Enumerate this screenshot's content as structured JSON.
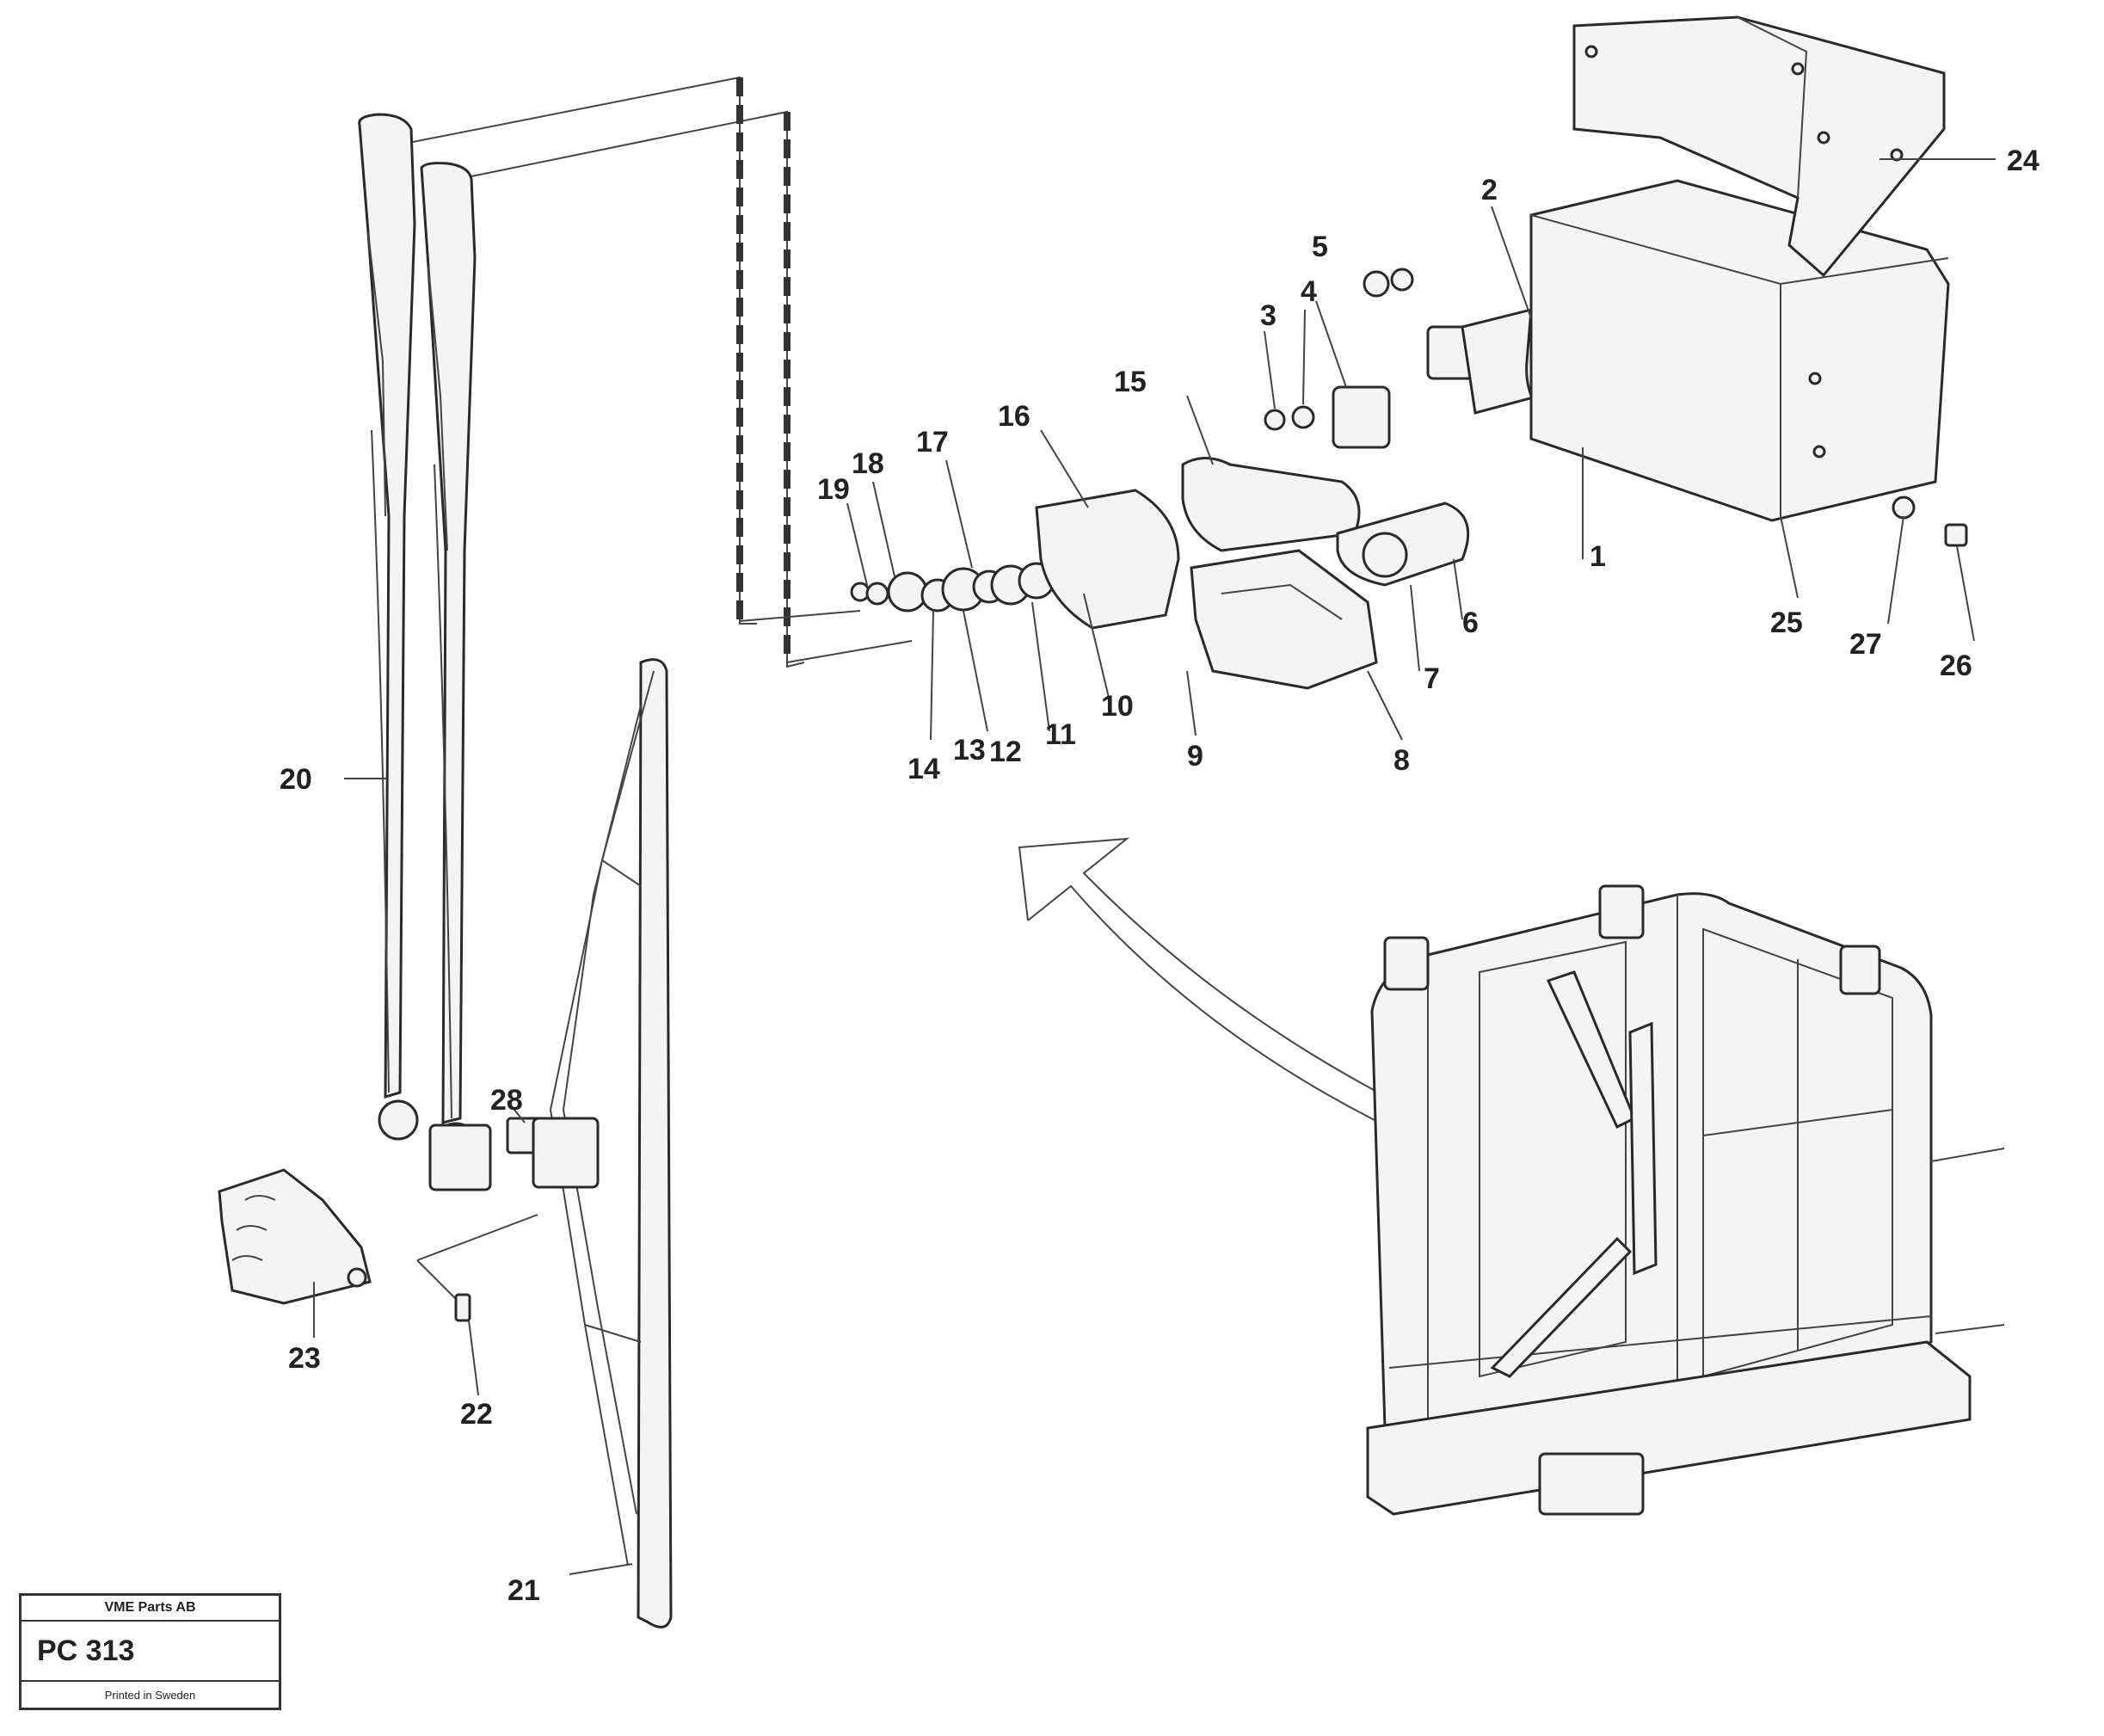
{
  "labels": {
    "p1": "1",
    "p2": "2",
    "p3": "3",
    "p4": "4",
    "p5": "5",
    "p6": "6",
    "p7": "7",
    "p8": "8",
    "p9": "9",
    "p10": "10",
    "p11": "11",
    "p12": "12",
    "p13": "13",
    "p14": "14",
    "p15": "15",
    "p16": "16",
    "p17": "17",
    "p18": "18",
    "p19": "19",
    "p20": "20",
    "p21": "21",
    "p22": "22",
    "p23": "23",
    "p24": "24",
    "p25": "25",
    "p26": "26",
    "p27": "27",
    "p28": "28"
  },
  "title_block": {
    "header": "VME Parts AB",
    "code": "PC 313",
    "footer": "Printed in Sweden"
  }
}
